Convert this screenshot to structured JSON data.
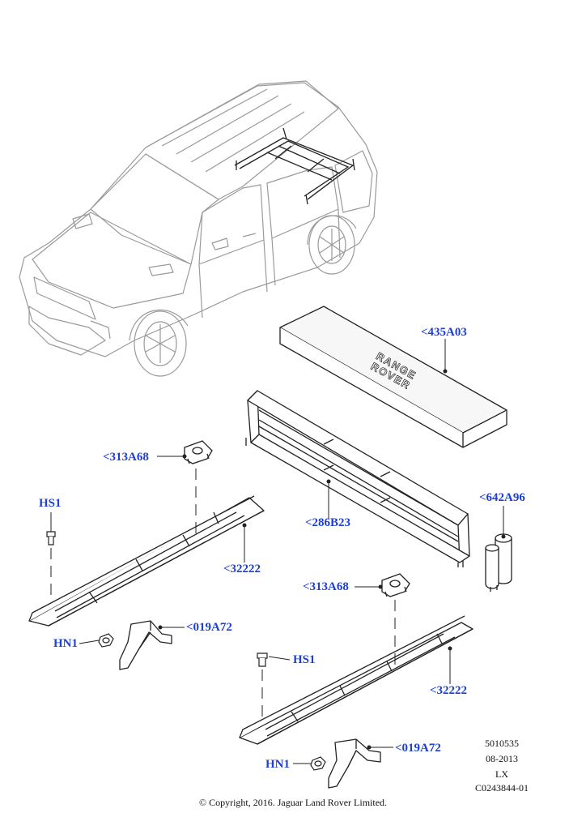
{
  "callouts": {
    "roof_cover": "<435A03",
    "bracket_upper": "<313A68",
    "fastener_hs_left": "HS1",
    "frame": "<286B23",
    "canister": "<642A96",
    "rail_left": "<32222",
    "bracket_lower": "<313A68",
    "clip_left": "<019A72",
    "nut_left": "HN1",
    "fastener_hs_right": "HS1",
    "rail_right": "<32222",
    "clip_right": "<019A72",
    "nut_right": "HN1"
  },
  "emblem_text": [
    "RANGE",
    "ROVER"
  ],
  "meta": {
    "code": "5010535",
    "date": "08-2013",
    "variant": "LX",
    "illustration_id": "C0243844-01"
  },
  "copyright": "© Copyright, 2016. Jaguar Land Rover Limited.",
  "colors": {
    "callout": "#1c3fd6",
    "line": "#222222",
    "vehicle_line": "#9a9a9a"
  }
}
